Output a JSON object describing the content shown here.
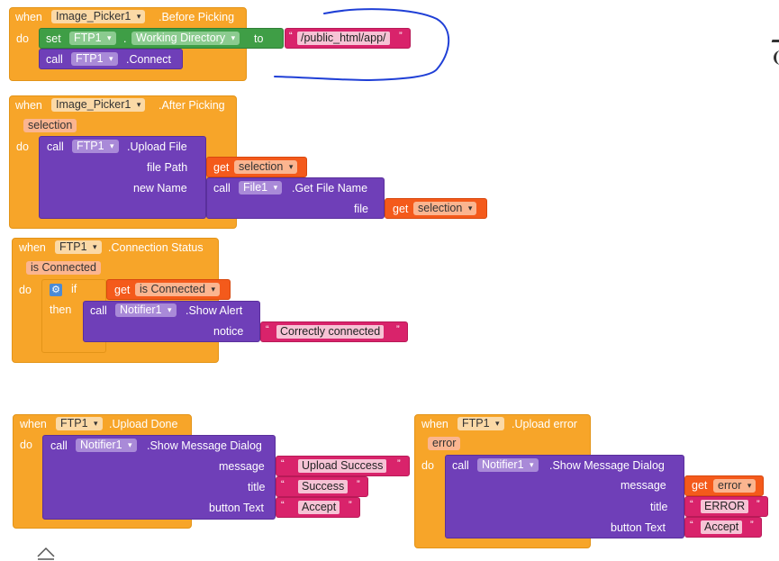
{
  "kw": {
    "when": "when",
    "do": "do",
    "set": "set",
    "to": "to",
    "call": "call",
    "get": "get",
    "if": "if",
    "then": "then"
  },
  "b1": {
    "component": "Image_Picker1",
    "event": ".Before Picking",
    "ftp": "FTP1",
    "property": "Working Directory",
    "path": "/public_html/app/",
    "ftp2": "FTP1",
    "method": ".Connect"
  },
  "b2": {
    "component": "Image_Picker1",
    "event": ".After Picking",
    "param": "selection",
    "ftp": "FTP1",
    "method": ".Upload File",
    "arg_file_path": "file Path",
    "get_var": "selection",
    "arg_new_name": "new Name",
    "file_comp": "File1",
    "file_method": ".Get File Name",
    "arg_file": "file",
    "get_var2": "selection"
  },
  "b3": {
    "component": "FTP1",
    "event": ".Connection Status",
    "param": "is Connected",
    "get_var": "is Connected",
    "notifier": "Notifier1",
    "method": ".Show Alert",
    "arg_notice": "notice",
    "text": "Correctly connected"
  },
  "b4": {
    "component": "FTP1",
    "event": ".Upload Done",
    "notifier": "Notifier1",
    "method": ".Show Message Dialog",
    "arg_message": "message",
    "message": "Upload Success",
    "arg_title": "title",
    "title": "Success",
    "arg_button": "button Text",
    "button": "Accept"
  },
  "b5": {
    "component": "FTP1",
    "event": ".Upload error",
    "param": "error",
    "notifier": "Notifier1",
    "method": ".Show Message Dialog",
    "arg_message": "message",
    "get_var": "error",
    "arg_title": "title",
    "title": "ERROR",
    "arg_button": "button Text",
    "button": "Accept"
  },
  "colors": {
    "event": "#f7a529",
    "component_method": "#6f3fb8",
    "setter": "#3f9e46",
    "getter": "#f45a1b",
    "text": "#d9236b",
    "annotation": "#1f3fd6"
  },
  "icons": [
    "dropdown-arrow-icon",
    "gear-icon",
    "collapse-arrow-icon"
  ]
}
